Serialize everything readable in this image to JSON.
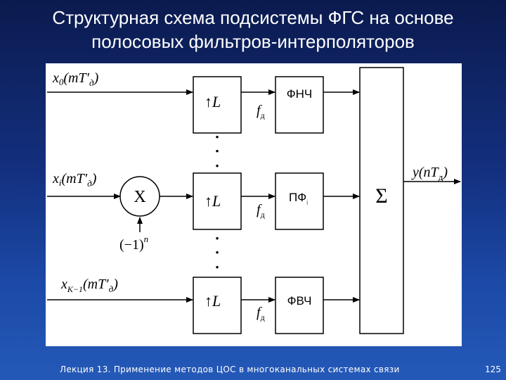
{
  "slide": {
    "title_line1": "Структурная схема подсистемы ФГС на основе",
    "title_line2": "полосовых фильтров-интерполяторов",
    "footer": "Лекция 13. Применение методов ЦОС в многоканальных системах связи",
    "page_number": "125"
  },
  "diagram": {
    "inputs": {
      "x0": "x",
      "x0_sub": "0",
      "x0_arg": "(mT′",
      "x0_arg_sub": "д",
      "x0_close": ")",
      "xi": "x",
      "xi_sub": "i",
      "xi_arg": "(mT′",
      "xi_arg_sub": "д",
      "xi_close": ")",
      "xk": "x",
      "xk_sub": "K−1",
      "xk_arg": "(mT′",
      "xk_arg_sub": "д",
      "xk_close": ")"
    },
    "multiplier": {
      "symbol": "X",
      "factor_base": "(−1)",
      "factor_exp": "n"
    },
    "upsampler": {
      "arrow": "↑",
      "label": "L"
    },
    "rate": {
      "f": "f",
      "sub": "д"
    },
    "filters": {
      "lowpass": "ФНЧ",
      "bandpass": "ПФ",
      "bandpass_sub": "i",
      "highpass": "ФВЧ"
    },
    "summer": {
      "symbol": "Σ"
    },
    "output": {
      "y": "y",
      "arg": "(nT",
      "arg_sub": "д",
      "close": ")"
    },
    "dots": "·"
  },
  "colors": {
    "background_top": "#0b1a4e",
    "background_bottom": "#2459b8",
    "title": "#ffffff",
    "panel": "#ffffff",
    "lines": "#000000"
  }
}
